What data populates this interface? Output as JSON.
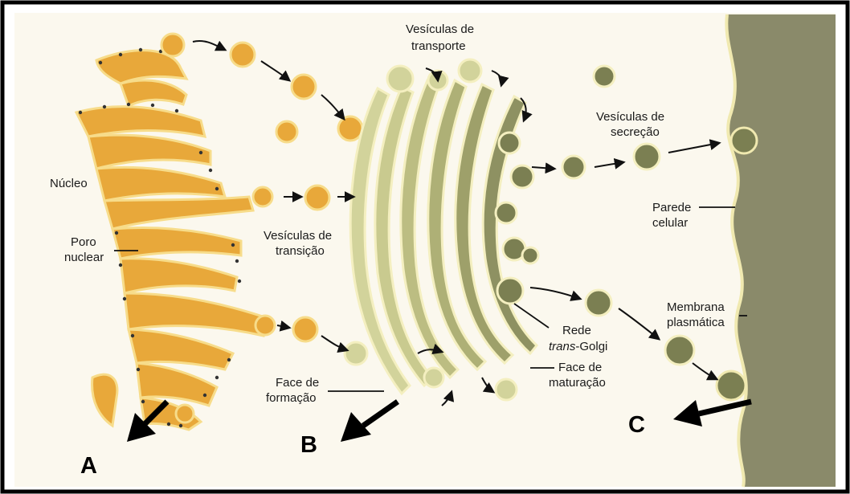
{
  "diagram": {
    "labels": {
      "nucleo": "Núcleo",
      "poro_line1": "Poro",
      "poro_line2": "nuclear",
      "vt_line1": "Vesículas de",
      "vt_line2": "transição",
      "vtr_line1": "Vesículas de",
      "vtr_line2": "transporte",
      "vs_line1": "Vesículas de",
      "vs_line2": "secreção",
      "parede_line1": "Parede",
      "parede_line2": "celular",
      "membrana_line1": "Membrana",
      "membrana_line2": "plasmática",
      "rede_line1": "Rede",
      "rede_italic": "trans",
      "rede_rest": "-Golgi",
      "ff_line1": "Face de",
      "ff_line2": "formação",
      "fm_line1": "Face de",
      "fm_line2": "maturação"
    },
    "markers": {
      "a": "A",
      "b": "B",
      "c": "C"
    },
    "colors": {
      "er": "#e8a83a",
      "er_outline": "#f7dc8a",
      "golgi_cis": "#d2d39b",
      "golgi_trans": "#8e9162",
      "vesicle_dark": "#7b7f52",
      "wall": "#8a8a6a",
      "frame": "#000000"
    }
  }
}
